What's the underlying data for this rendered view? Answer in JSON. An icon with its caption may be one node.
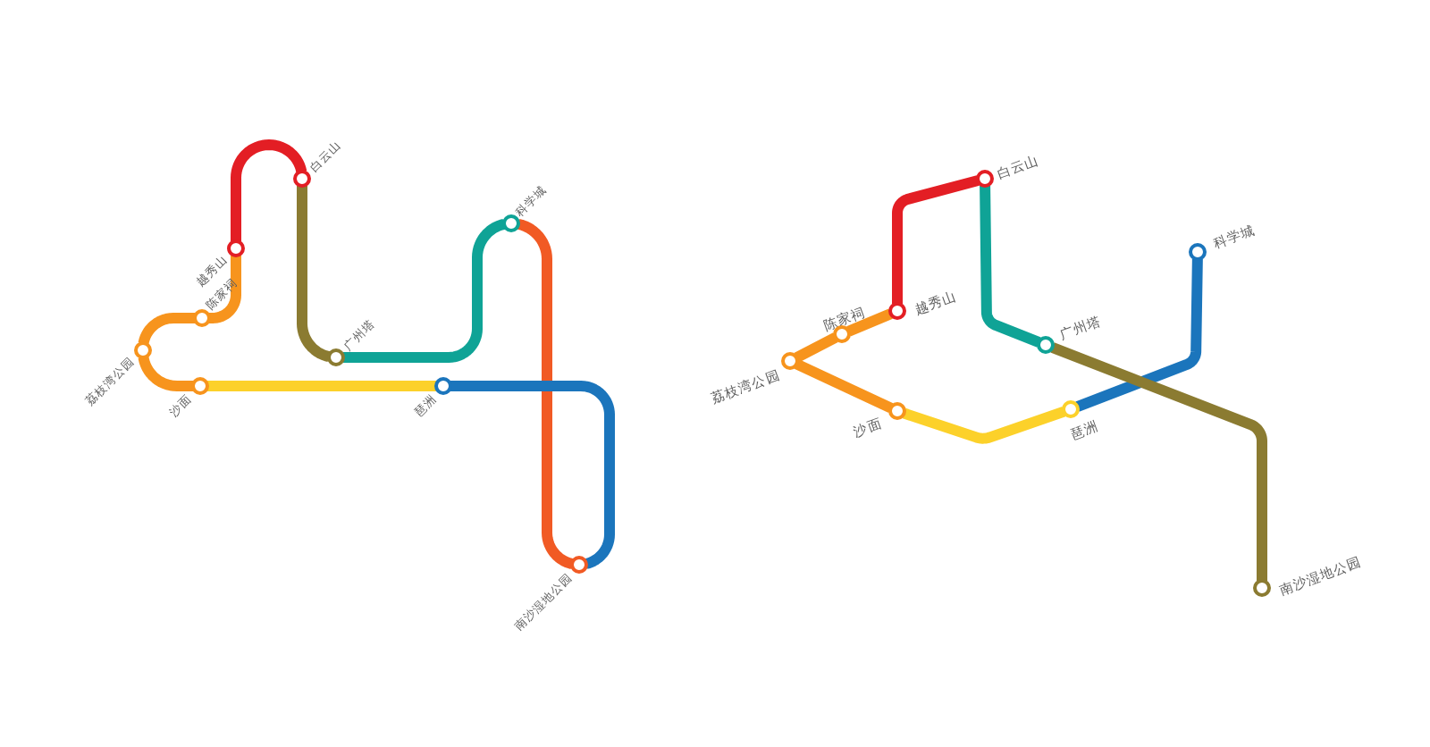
{
  "diagram": {
    "nodes": [
      {
        "text": [],
        "shape": "circle",
        "beside": [
          "白云山"
        ]
      },
      {
        "text": [],
        "shape": "circle",
        "beside": [
          "越秀山"
        ]
      },
      {
        "text": [],
        "shape": "circle",
        "beside": [
          "陈家祠"
        ]
      },
      {
        "text": [],
        "shape": "circle",
        "beside": [
          "荔枝湾公园"
        ]
      },
      {
        "text": [],
        "shape": "circle",
        "beside": [
          "沙面"
        ]
      },
      {
        "text": [],
        "shape": "circle",
        "beside": [
          "广州塔"
        ]
      },
      {
        "text": [],
        "shape": "circle",
        "beside": [
          "科学城"
        ]
      },
      {
        "text": [],
        "shape": "circle",
        "beside": [
          "琶洲"
        ]
      },
      {
        "text": [],
        "shape": "circle",
        "beside": [
          "南沙湿地公园"
        ]
      },
      {
        "text": [],
        "shape": "circle",
        "beside": [
          "白云山"
        ]
      },
      {
        "text": [],
        "shape": "circle",
        "beside": [
          "越秀山"
        ]
      },
      {
        "text": [],
        "shape": "circle",
        "beside": [
          "陈家祠"
        ]
      },
      {
        "text": [],
        "shape": "circle",
        "beside": [
          "荔枝湾公园"
        ]
      },
      {
        "text": [],
        "shape": "circle",
        "beside": [
          "沙面"
        ]
      },
      {
        "text": [],
        "shape": "circle",
        "beside": [
          "广州塔"
        ]
      },
      {
        "text": [],
        "shape": "circle",
        "beside": [
          "科学城"
        ]
      },
      {
        "text": [],
        "shape": "circle",
        "beside": [
          "琶洲"
        ]
      },
      {
        "text": [],
        "shape": "circle",
        "beside": [
          "南沙湿地公园"
        ]
      }
    ],
    "edges": [
      {
        "from": 1,
        "to": 0,
        "arrow": "none",
        "color": "#e31e24"
      },
      {
        "from": 0,
        "to": 5,
        "arrow": "none",
        "color": "#8b7b31"
      },
      {
        "from": 1,
        "to": 2,
        "arrow": "none"
      },
      {
        "from": 2,
        "to": 3,
        "arrow": "none"
      },
      {
        "from": 3,
        "to": 4,
        "arrow": "none"
      },
      {
        "from": 5,
        "to": 6,
        "arrow": "none",
        "color": "#0fa396"
      },
      {
        "from": 6,
        "to": 8,
        "arrow": "none",
        "color": "#f15a24"
      },
      {
        "from": 7,
        "to": 8,
        "arrow": "none",
        "color": "#1b75bc"
      },
      {
        "from": 4,
        "to": 7,
        "arrow": "none",
        "color": "#fcd12a"
      },
      {
        "from": 10,
        "to": 9,
        "arrow": "none",
        "color": "#e31e24"
      },
      {
        "from": 9,
        "to": 14,
        "arrow": "none",
        "color": "#0fa396"
      },
      {
        "from": 10,
        "to": 11,
        "arrow": "none"
      },
      {
        "from": 11,
        "to": 12,
        "arrow": "none"
      },
      {
        "from": 12,
        "to": 13,
        "arrow": "none"
      },
      {
        "from": 13,
        "to": 16,
        "arrow": "none",
        "color": "#fcd12a"
      },
      {
        "from": 16,
        "to": 15,
        "arrow": "none",
        "color": "#1b75bc"
      },
      {
        "from": 14,
        "to": 17,
        "arrow": "none",
        "color": "#8b7b31"
      }
    ]
  }
}
